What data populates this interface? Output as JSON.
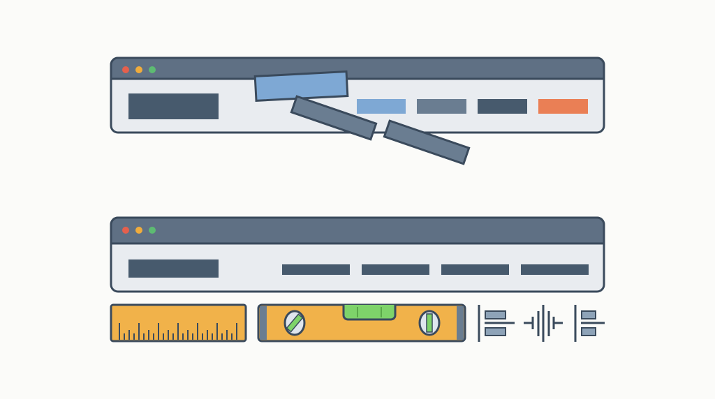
{
  "colors": {
    "background": "#fbfbf9",
    "outline": "#3a4a5c",
    "titlebar": "#5f7084",
    "window_body": "#e9ecf0",
    "dark_block": "#475a6d",
    "blue_block": "#7ea8d4",
    "gray_block": "#6a7d91",
    "orange_block": "#ea7f55",
    "dot_red": "#e5604d",
    "dot_yellow": "#f0ac3c",
    "dot_green": "#5dbb72",
    "tool_yellow": "#f1b24a",
    "level_green": "#7ed36a"
  },
  "illustration": {
    "top_window": {
      "state": "misaligned",
      "nav_items": [
        "blue",
        "gray",
        "dark",
        "orange"
      ]
    },
    "bottom_window": {
      "state": "aligned",
      "nav_items": 4
    },
    "tools": [
      "ruler",
      "spirit-level",
      "align-left",
      "align-center",
      "align-right"
    ]
  }
}
